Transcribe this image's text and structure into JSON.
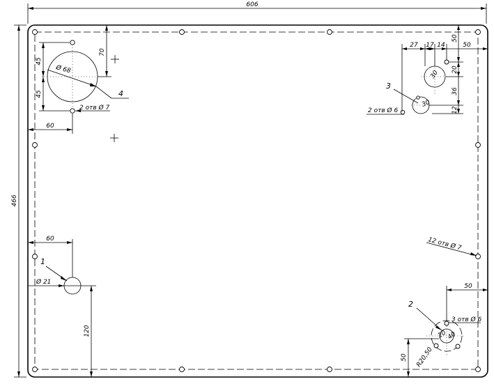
{
  "dimensions": {
    "total_width": "606",
    "total_height": "466",
    "top_left": {
      "vertical_offset": "70",
      "upper": "45",
      "lower": "45",
      "horizontal": "60",
      "circle_dia": "Ø 68",
      "holes_note": "2 отв Ø 7"
    },
    "top_right": {
      "d27": "27",
      "d17": "17",
      "d14": "14",
      "d50v": "50",
      "d50h": "50",
      "d20": "20",
      "d36": "36",
      "d12": "12",
      "circle_big": "30",
      "circle_small": "30",
      "holes_note": "2 отв Ø 6"
    },
    "left_mid": {
      "horizontal": "60",
      "circle_dia": "Ø 21",
      "vertical": "120"
    },
    "right_mid": {
      "holes_note": "12 отв Ø 7"
    },
    "bottom_right": {
      "horizontal": "50",
      "vertical": "50",
      "holes_note": "3 отв Ø 6",
      "circle_inner": "20",
      "circle_outer": "40",
      "pcd": "R20,50"
    }
  },
  "callouts": {
    "c1": "1",
    "c2": "2",
    "c3": "3",
    "c4": "4"
  }
}
